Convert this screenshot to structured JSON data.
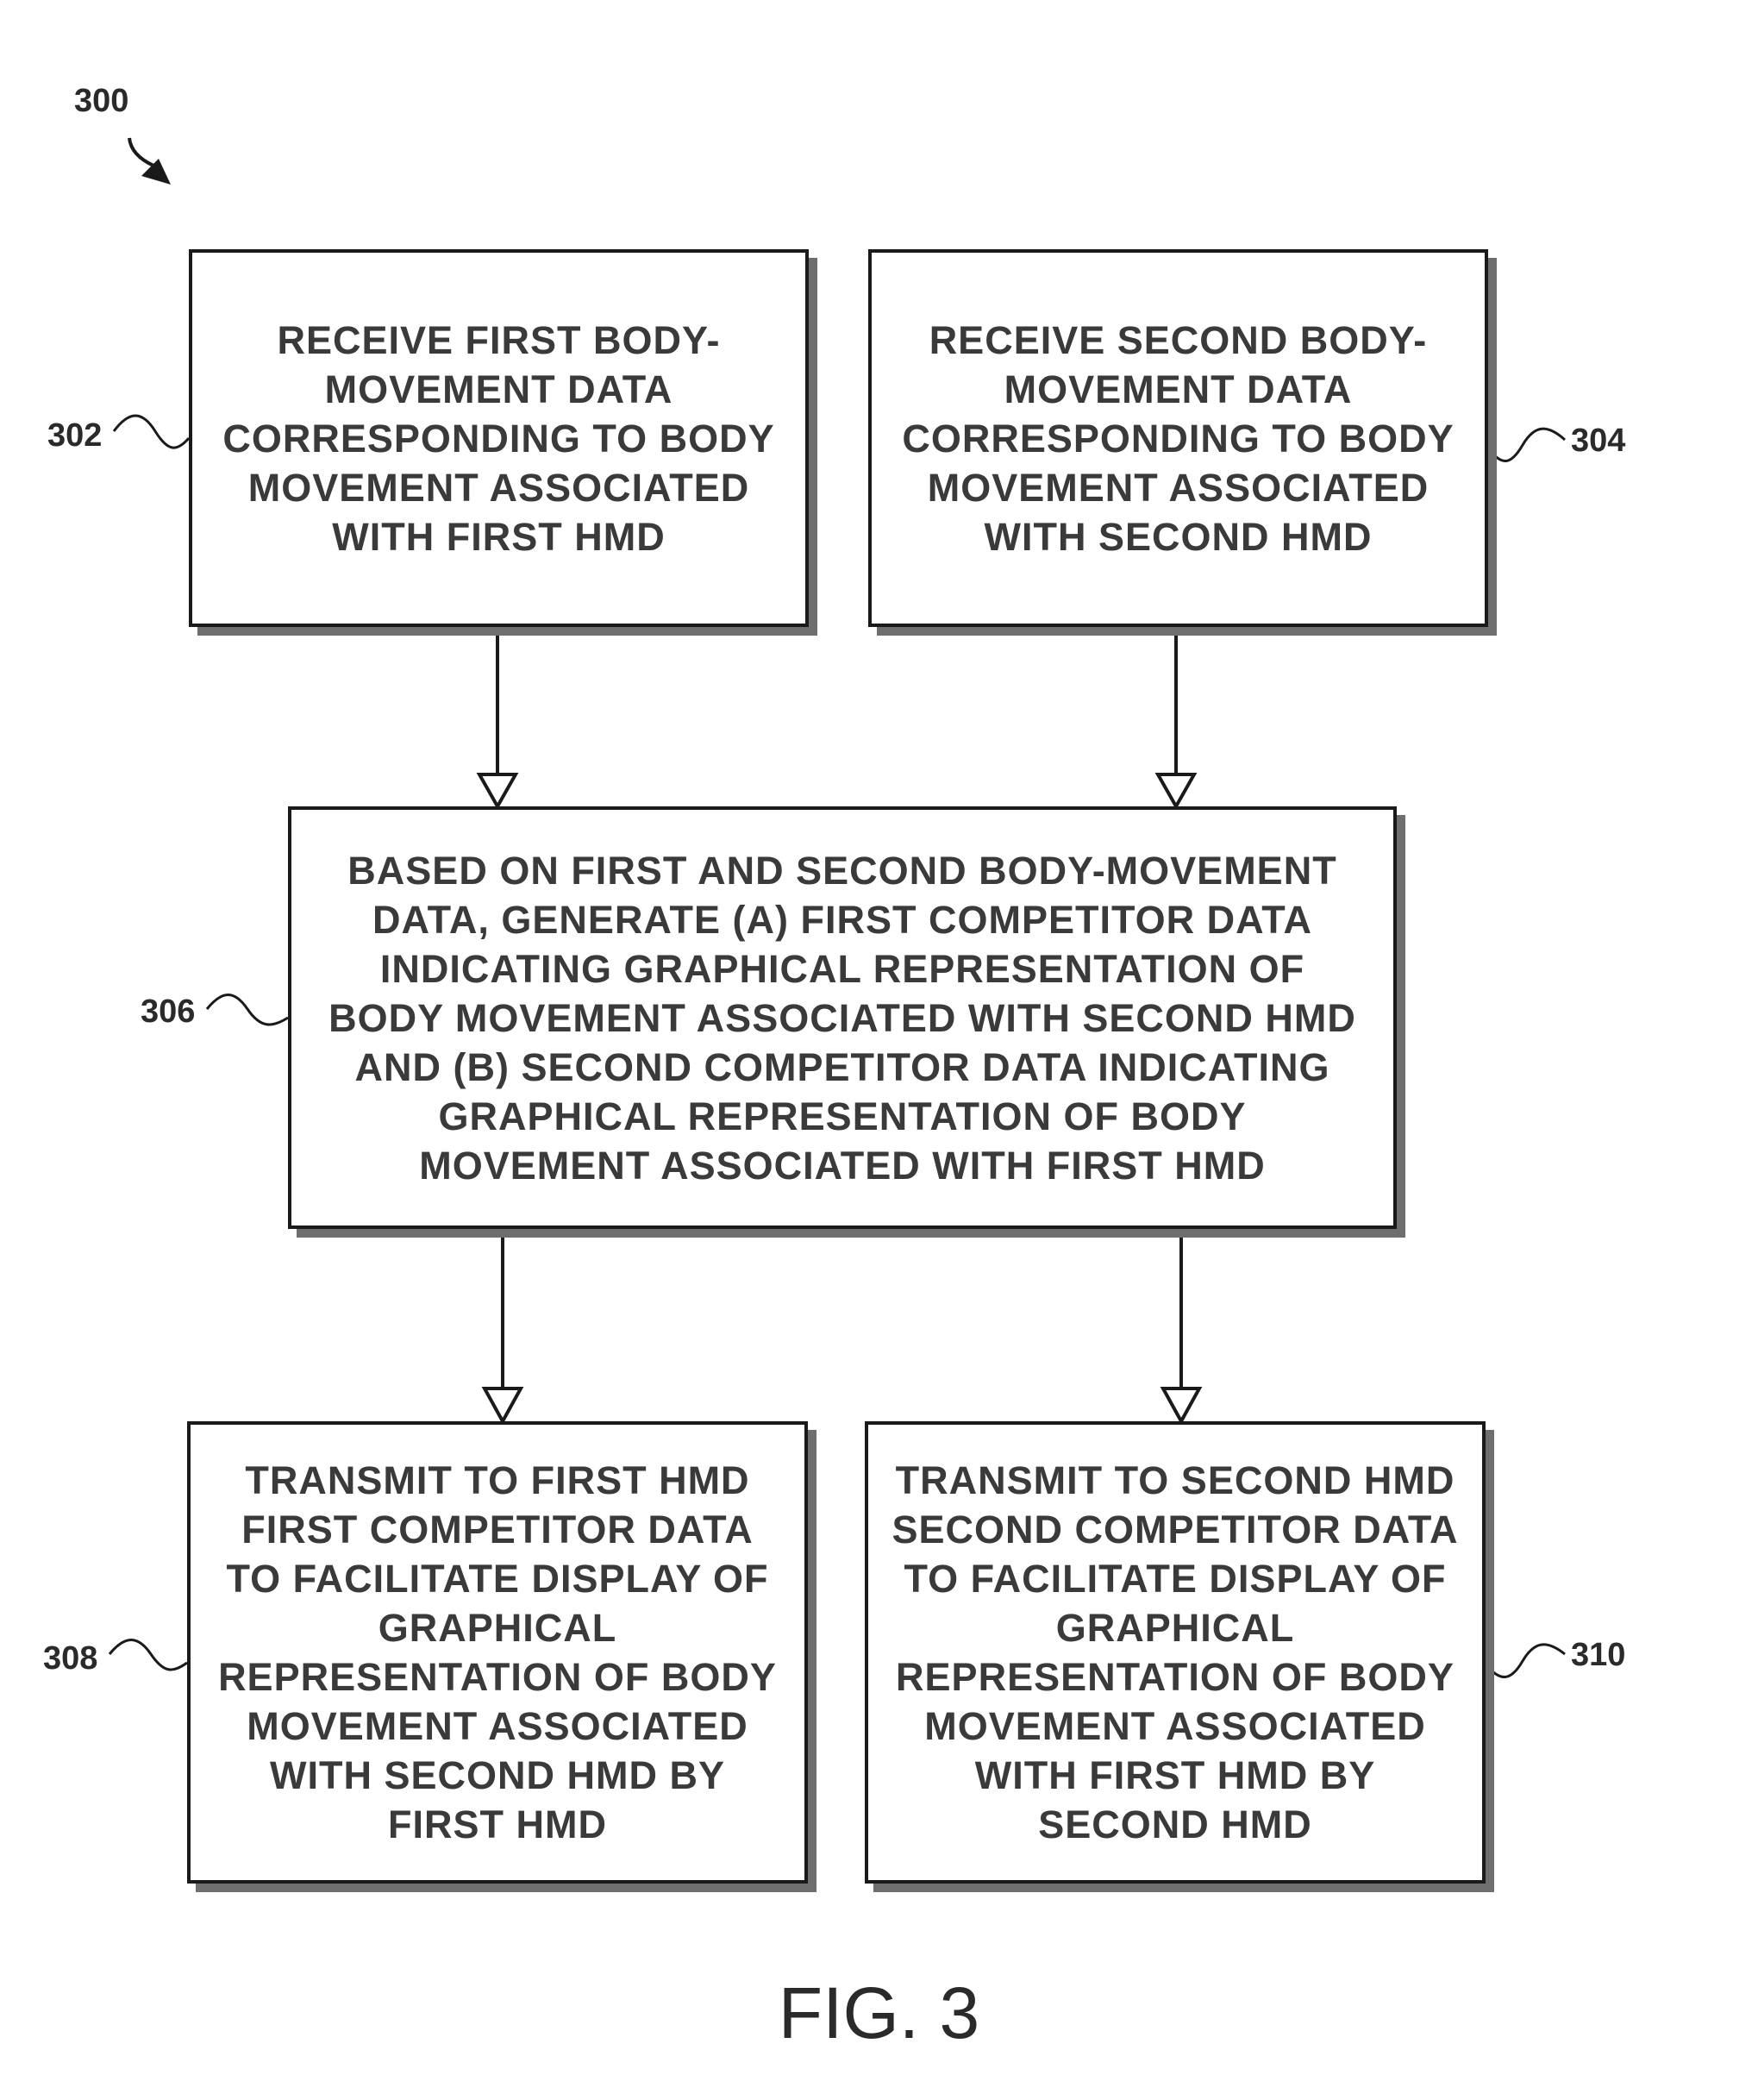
{
  "figure": {
    "number_label": "300",
    "caption": "FIG. 3"
  },
  "steps": [
    {
      "id": "302",
      "label": "302",
      "text": "RECEIVE FIRST BODY-\nMOVEMENT DATA\nCORRESPONDING TO BODY\nMOVEMENT ASSOCIATED\nWITH FIRST HMD"
    },
    {
      "id": "304",
      "label": "304",
      "text": "RECEIVE SECOND BODY-\nMOVEMENT DATA\nCORRESPONDING TO BODY\nMOVEMENT ASSOCIATED\nWITH SECOND HMD"
    },
    {
      "id": "306",
      "label": "306",
      "text": "BASED ON FIRST AND SECOND BODY-MOVEMENT\nDATA, GENERATE (A) FIRST COMPETITOR DATA\nINDICATING GRAPHICAL REPRESENTATION OF\nBODY MOVEMENT ASSOCIATED WITH SECOND HMD\nAND (B) SECOND COMPETITOR DATA INDICATING\nGRAPHICAL REPRESENTATION OF BODY\nMOVEMENT ASSOCIATED WITH FIRST HMD"
    },
    {
      "id": "308",
      "label": "308",
      "text": "TRANSMIT TO FIRST HMD\nFIRST COMPETITOR DATA\nTO FACILITATE DISPLAY OF\nGRAPHICAL\nREPRESENTATION OF BODY\nMOVEMENT ASSOCIATED\nWITH SECOND HMD BY\nFIRST HMD"
    },
    {
      "id": "310",
      "label": "310",
      "text": "TRANSMIT TO SECOND HMD\nSECOND COMPETITOR DATA\nTO FACILITATE DISPLAY OF\nGRAPHICAL\nREPRESENTATION OF BODY\nMOVEMENT ASSOCIATED\nWITH FIRST HMD BY\nSECOND HMD"
    }
  ],
  "colors": {
    "line": "#1a1a1a",
    "text": "#3a3a3a",
    "shadow": "#6e6e6e"
  }
}
